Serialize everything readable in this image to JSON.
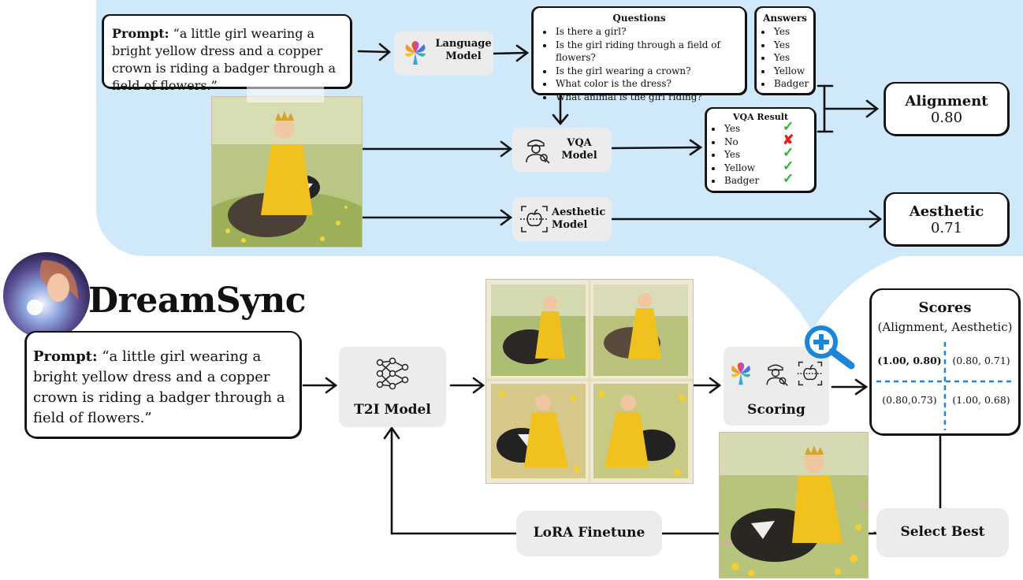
{
  "top": {
    "prompt_label": "Prompt:",
    "prompt_text": "“a little girl wearing a bright yellow dress and a copper crown is riding a badger through a field of flowers.”",
    "language_model_label": "Language Model",
    "questions": {
      "title": "Questions",
      "items": [
        "Is there a girl?",
        "Is the girl riding through a field of flowers?",
        "Is the girl wearing a crown?",
        "What color is the dress?",
        "What animal is the girl riding?"
      ]
    },
    "answers": {
      "title": "Answers",
      "items": [
        "Yes",
        "Yes",
        "Yes",
        "Yellow",
        "Badger"
      ]
    },
    "vqa_model_label": "VQA Model",
    "vqa_result": {
      "title": "VQA Result",
      "items": [
        {
          "answer": "Yes",
          "mark": "✓",
          "status": "correct"
        },
        {
          "answer": "No",
          "mark": "✘",
          "status": "wrong"
        },
        {
          "answer": "Yes",
          "mark": "✓",
          "status": "correct"
        },
        {
          "answer": "Yellow",
          "mark": "✓",
          "status": "correct"
        },
        {
          "answer": "Badger",
          "mark": "✓",
          "status": "correct"
        }
      ]
    },
    "aesthetic_model_label": "Aesthetic Model",
    "alignment": {
      "label": "Alignment",
      "value": "0.80"
    },
    "aesthetic": {
      "label": "Aesthetic",
      "value": "0.71"
    }
  },
  "bottom": {
    "brand": "DreamSync",
    "prompt_label": "Prompt:",
    "prompt_text": "“a little girl wearing a bright yellow dress and a copper crown is riding a badger through a field of flowers.”",
    "t2i_label": "T2I Model",
    "scoring_label": "Scoring",
    "scores": {
      "title": "Scores",
      "subtitle": "(Alignment, Aesthetic)",
      "cells": [
        "(1.00, 0.80)",
        "(0.80, 0.71)",
        "(0.80,0.73)",
        "(1.00, 0.68)"
      ]
    },
    "lora_label": "LoRA Finetune",
    "select_label": "Select Best"
  },
  "colors": {
    "panel": "#cfe9fa",
    "box_grey": "#ececec",
    "check": "#2db32d",
    "cross": "#e02020",
    "magnifier": "#1a86d9"
  },
  "icons": [
    "colorful-flower-logo-icon",
    "detective-icon",
    "apple-frame-icon",
    "neural-network-icon",
    "magnifier-plus-icon"
  ]
}
